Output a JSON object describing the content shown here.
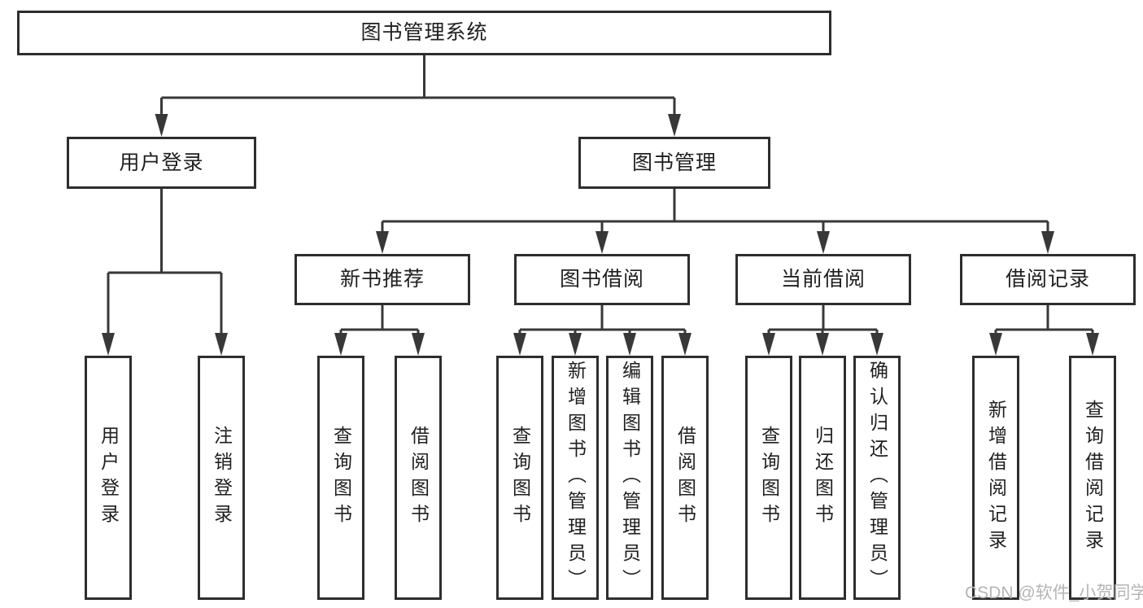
{
  "tree": {
    "label": "图书管理系统",
    "children": [
      {
        "label": "用户登录",
        "children": [
          {
            "label": "用户登录"
          },
          {
            "label": "注销登录"
          }
        ]
      },
      {
        "label": "图书管理",
        "children": [
          {
            "label": "新书推荐",
            "children": [
              {
                "label": "查询图书"
              },
              {
                "label": "借阅图书"
              }
            ]
          },
          {
            "label": "图书借阅",
            "children": [
              {
                "label": "查询图书"
              },
              {
                "label": "新增图书（管理员）"
              },
              {
                "label": "编辑图书（管理员）"
              },
              {
                "label": "借阅图书"
              }
            ]
          },
          {
            "label": "当前借阅",
            "children": [
              {
                "label": "查询图书"
              },
              {
                "label": "归还图书"
              },
              {
                "label": "确认归还（管理员）"
              }
            ]
          },
          {
            "label": "借阅记录",
            "children": [
              {
                "label": "新增借阅记录"
              },
              {
                "label": "查询借阅记录"
              }
            ]
          }
        ]
      }
    ]
  },
  "watermark": {
    "text": "CSDN @软件_小贺同学",
    "color": "#b5b5b5"
  },
  "colors": {
    "box_border": "#2e2e2e",
    "connector_line": "#383838",
    "text": "#1f1f1f",
    "background": "#ffffff"
  }
}
